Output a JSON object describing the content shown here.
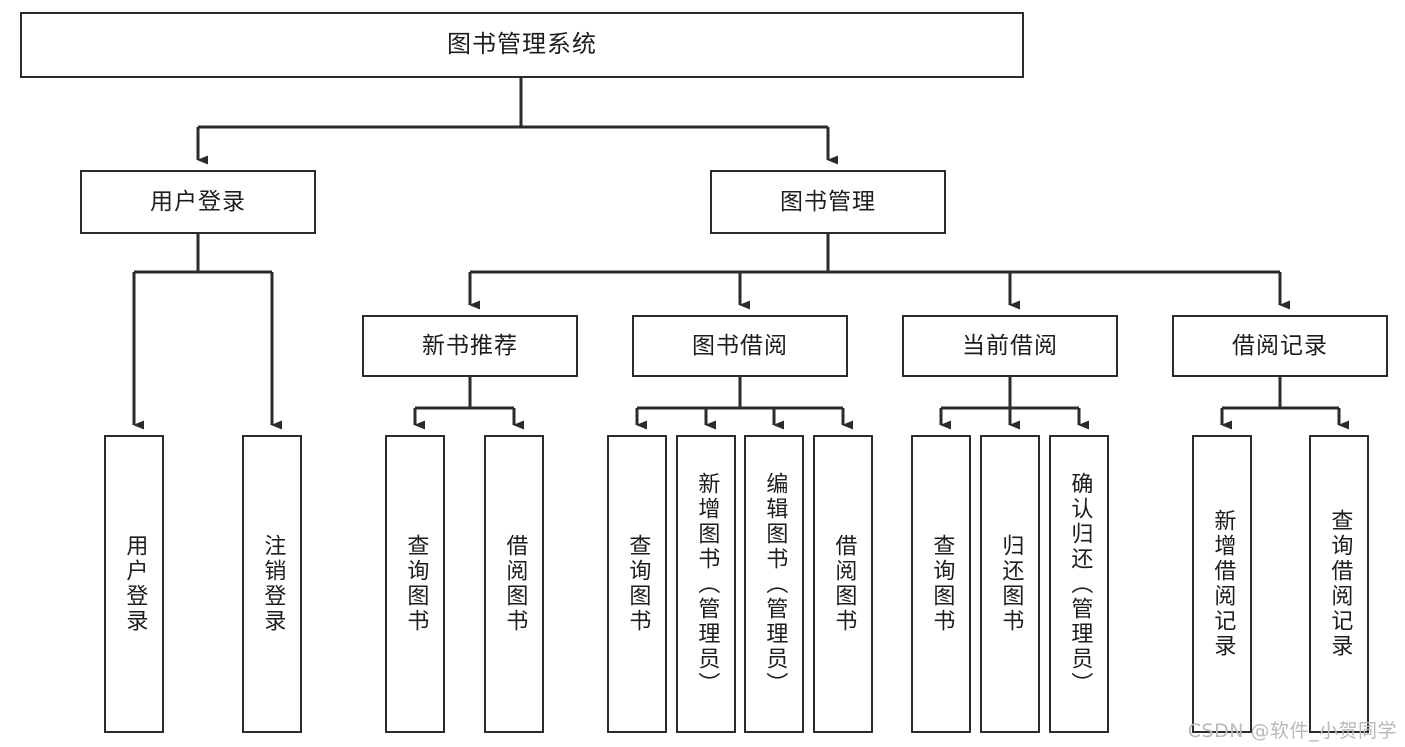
{
  "diagram": {
    "title": "图书管理系统",
    "type": "tree-hierarchy",
    "watermark": "CSDN @软件_小贺同学",
    "colors": {
      "stroke": "#2b2b2b",
      "fill": "#ffffff",
      "text": "#1d1d1d",
      "watermark": "#b9b9b9"
    }
  },
  "root": {
    "label": "图书管理系统"
  },
  "level2": [
    {
      "label": "用户登录"
    },
    {
      "label": "图书管理"
    }
  ],
  "level3": [
    {
      "label": "新书推荐"
    },
    {
      "label": "图书借阅"
    },
    {
      "label": "当前借阅"
    },
    {
      "label": "借阅记录"
    }
  ],
  "leaves": {
    "user_login": [
      {
        "label": "用户登录"
      },
      {
        "label": "注销登录"
      }
    ],
    "new_book": [
      {
        "label": "查询图书"
      },
      {
        "label": "借阅图书"
      }
    ],
    "book_borrow": [
      {
        "label": "查询图书"
      },
      {
        "label": "新增图书（管理员）"
      },
      {
        "label": "编辑图书（管理员）"
      },
      {
        "label": "借阅图书"
      }
    ],
    "current_borrow": [
      {
        "label": "查询图书"
      },
      {
        "label": "归还图书"
      },
      {
        "label": "确认归还（管理员）"
      }
    ],
    "borrow_record": [
      {
        "label": "新增借阅记录"
      },
      {
        "label": "查询借阅记录"
      }
    ]
  }
}
